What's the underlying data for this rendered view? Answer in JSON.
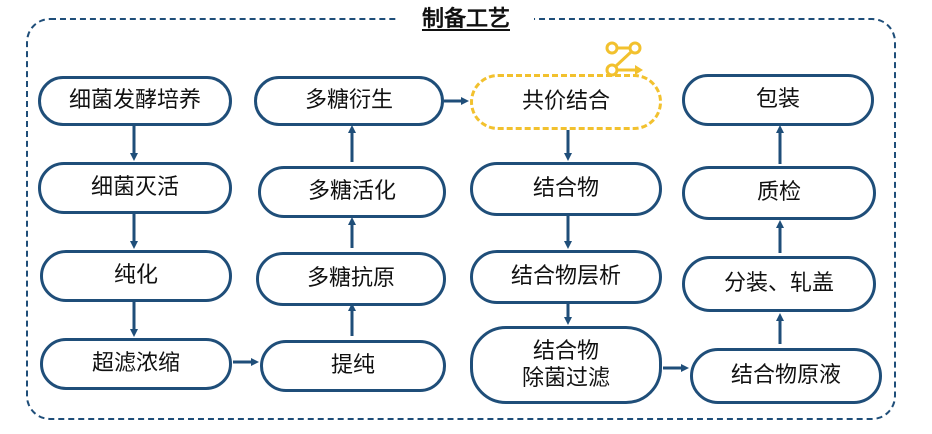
{
  "title": "制备工艺",
  "colors": {
    "border": "#1f4e79",
    "highlight": "#f2c12e",
    "arrow": "#1f4e79"
  },
  "nodes": {
    "n1": "细菌发酵培养",
    "n2": "细菌灭活",
    "n3": "纯化",
    "n4": "超滤浓缩",
    "n5": "提纯",
    "n6": "多糖抗原",
    "n7": "多糖活化",
    "n8": "多糖衍生",
    "n9": "共价结合",
    "n10": "结合物",
    "n11": "结合物层析",
    "n12": "结合物\n除菌过滤",
    "n13": "结合物原液",
    "n14": "分装、轧盖",
    "n15": "质检",
    "n16": "包装"
  },
  "icons": {
    "highlight_badge": "flow-share-icon"
  }
}
